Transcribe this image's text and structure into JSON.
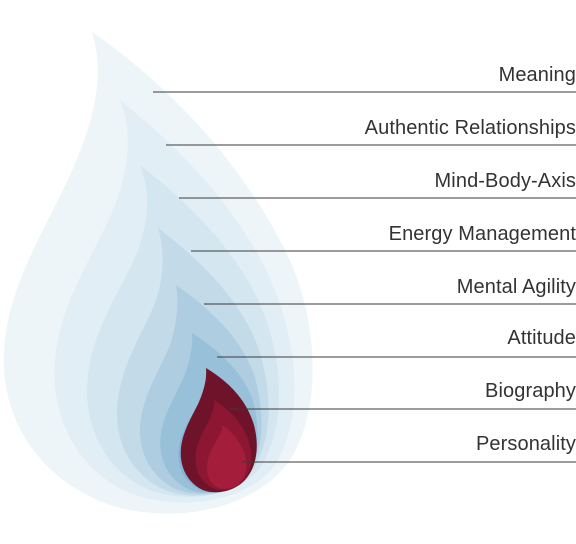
{
  "colors": {
    "layer_1": "#eef5f9",
    "layer_2": "#e2eef5",
    "layer_3": "#d4e6f0",
    "layer_4": "#c3dbe9",
    "layer_5": "#aecde1",
    "layer_6": "#99c0d9",
    "layer_7": "#86b3d0",
    "core_dark": "#6e1329",
    "core_mid": "#8d1733",
    "core_light": "#a41e3c",
    "leader_line": "#3a3a3a",
    "label_text": "#333333"
  },
  "layers": [
    {
      "label": "Meaning"
    },
    {
      "label": "Authentic Relationships"
    },
    {
      "label": "Mind-Body-Axis"
    },
    {
      "label": "Energy Management"
    },
    {
      "label": "Mental Agility"
    },
    {
      "label": "Attitude"
    },
    {
      "label": "Biography"
    },
    {
      "label": "Personality"
    }
  ]
}
